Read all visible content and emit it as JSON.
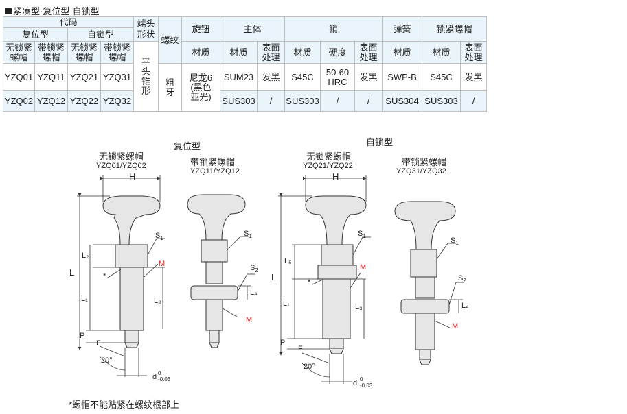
{
  "title": "紧凑型·复位型·自锁型",
  "table": {
    "code_header": "代码",
    "reset_type": "复位型",
    "lock_type": "自锁型",
    "no_nut": "无锁紧\n螺帽",
    "with_nut": "带锁紧\n螺帽",
    "tip_shape": "端头\n形状",
    "thread": "螺纹",
    "knob": "旋钮",
    "body": "主体",
    "pin": "销",
    "spring": "弹簧",
    "locknut": "锁紧螺帽",
    "material": "材质",
    "surface": "表面\n处理",
    "hardness": "硬度",
    "rows": [
      {
        "c1": "YZQ01",
        "c2": "YZQ11",
        "c3": "YZQ21",
        "c4": "YZQ31",
        "body_mat": "SUM23",
        "body_surf": "发黑",
        "pin_mat": "S45C",
        "pin_hard": "50-60\nHRC",
        "pin_surf": "发黑",
        "spring_mat": "SWP-B",
        "nut_mat": "S45C",
        "nut_surf": "发黑"
      },
      {
        "c1": "YZQ02",
        "c2": "YZQ12",
        "c3": "YZQ22",
        "c4": "YZQ32",
        "body_mat": "SUS303",
        "body_surf": "/",
        "pin_mat": "SUS303",
        "pin_hard": "/",
        "pin_surf": "/",
        "spring_mat": "SUS304",
        "nut_mat": "SUS303",
        "nut_surf": "/"
      }
    ],
    "tip_value": "平\n头\n锥\n形",
    "thread_value": "粗\n牙",
    "knob_value": "尼龙6\n(黑色\n亚光)"
  },
  "drawing": {
    "reset_title": "复位型",
    "lock_title": "自锁型",
    "fig1_name": "无锁紧螺帽",
    "fig1_codes": "YZQ01/YZQ02",
    "fig2_name": "带锁紧螺帽",
    "fig2_codes": "YZQ11/YZQ12",
    "fig3_name": "无锁紧螺帽",
    "fig3_codes": "YZQ21/YZQ22",
    "fig4_name": "带锁紧螺帽",
    "fig4_codes": "YZQ31/YZQ32",
    "dims": {
      "H": "H",
      "S1": "S",
      "S1_sub": "1",
      "S2": "S",
      "S2_sub": "2",
      "M": "M",
      "L": "L",
      "L1": "L₁",
      "L2": "L₂",
      "L3": "L₃",
      "L4": "L₄",
      "L5": "L₅",
      "P": "P",
      "F": "F",
      "angle": "20°",
      "d": "d",
      "tol_top": "0",
      "tol_bot": "-0.03",
      "star": "*"
    },
    "colors": {
      "m_label": "#e02020",
      "pin_fill": "#e6e6e6",
      "line": "#333333"
    }
  },
  "note": "*螺帽不能贴紧在螺纹根部上"
}
